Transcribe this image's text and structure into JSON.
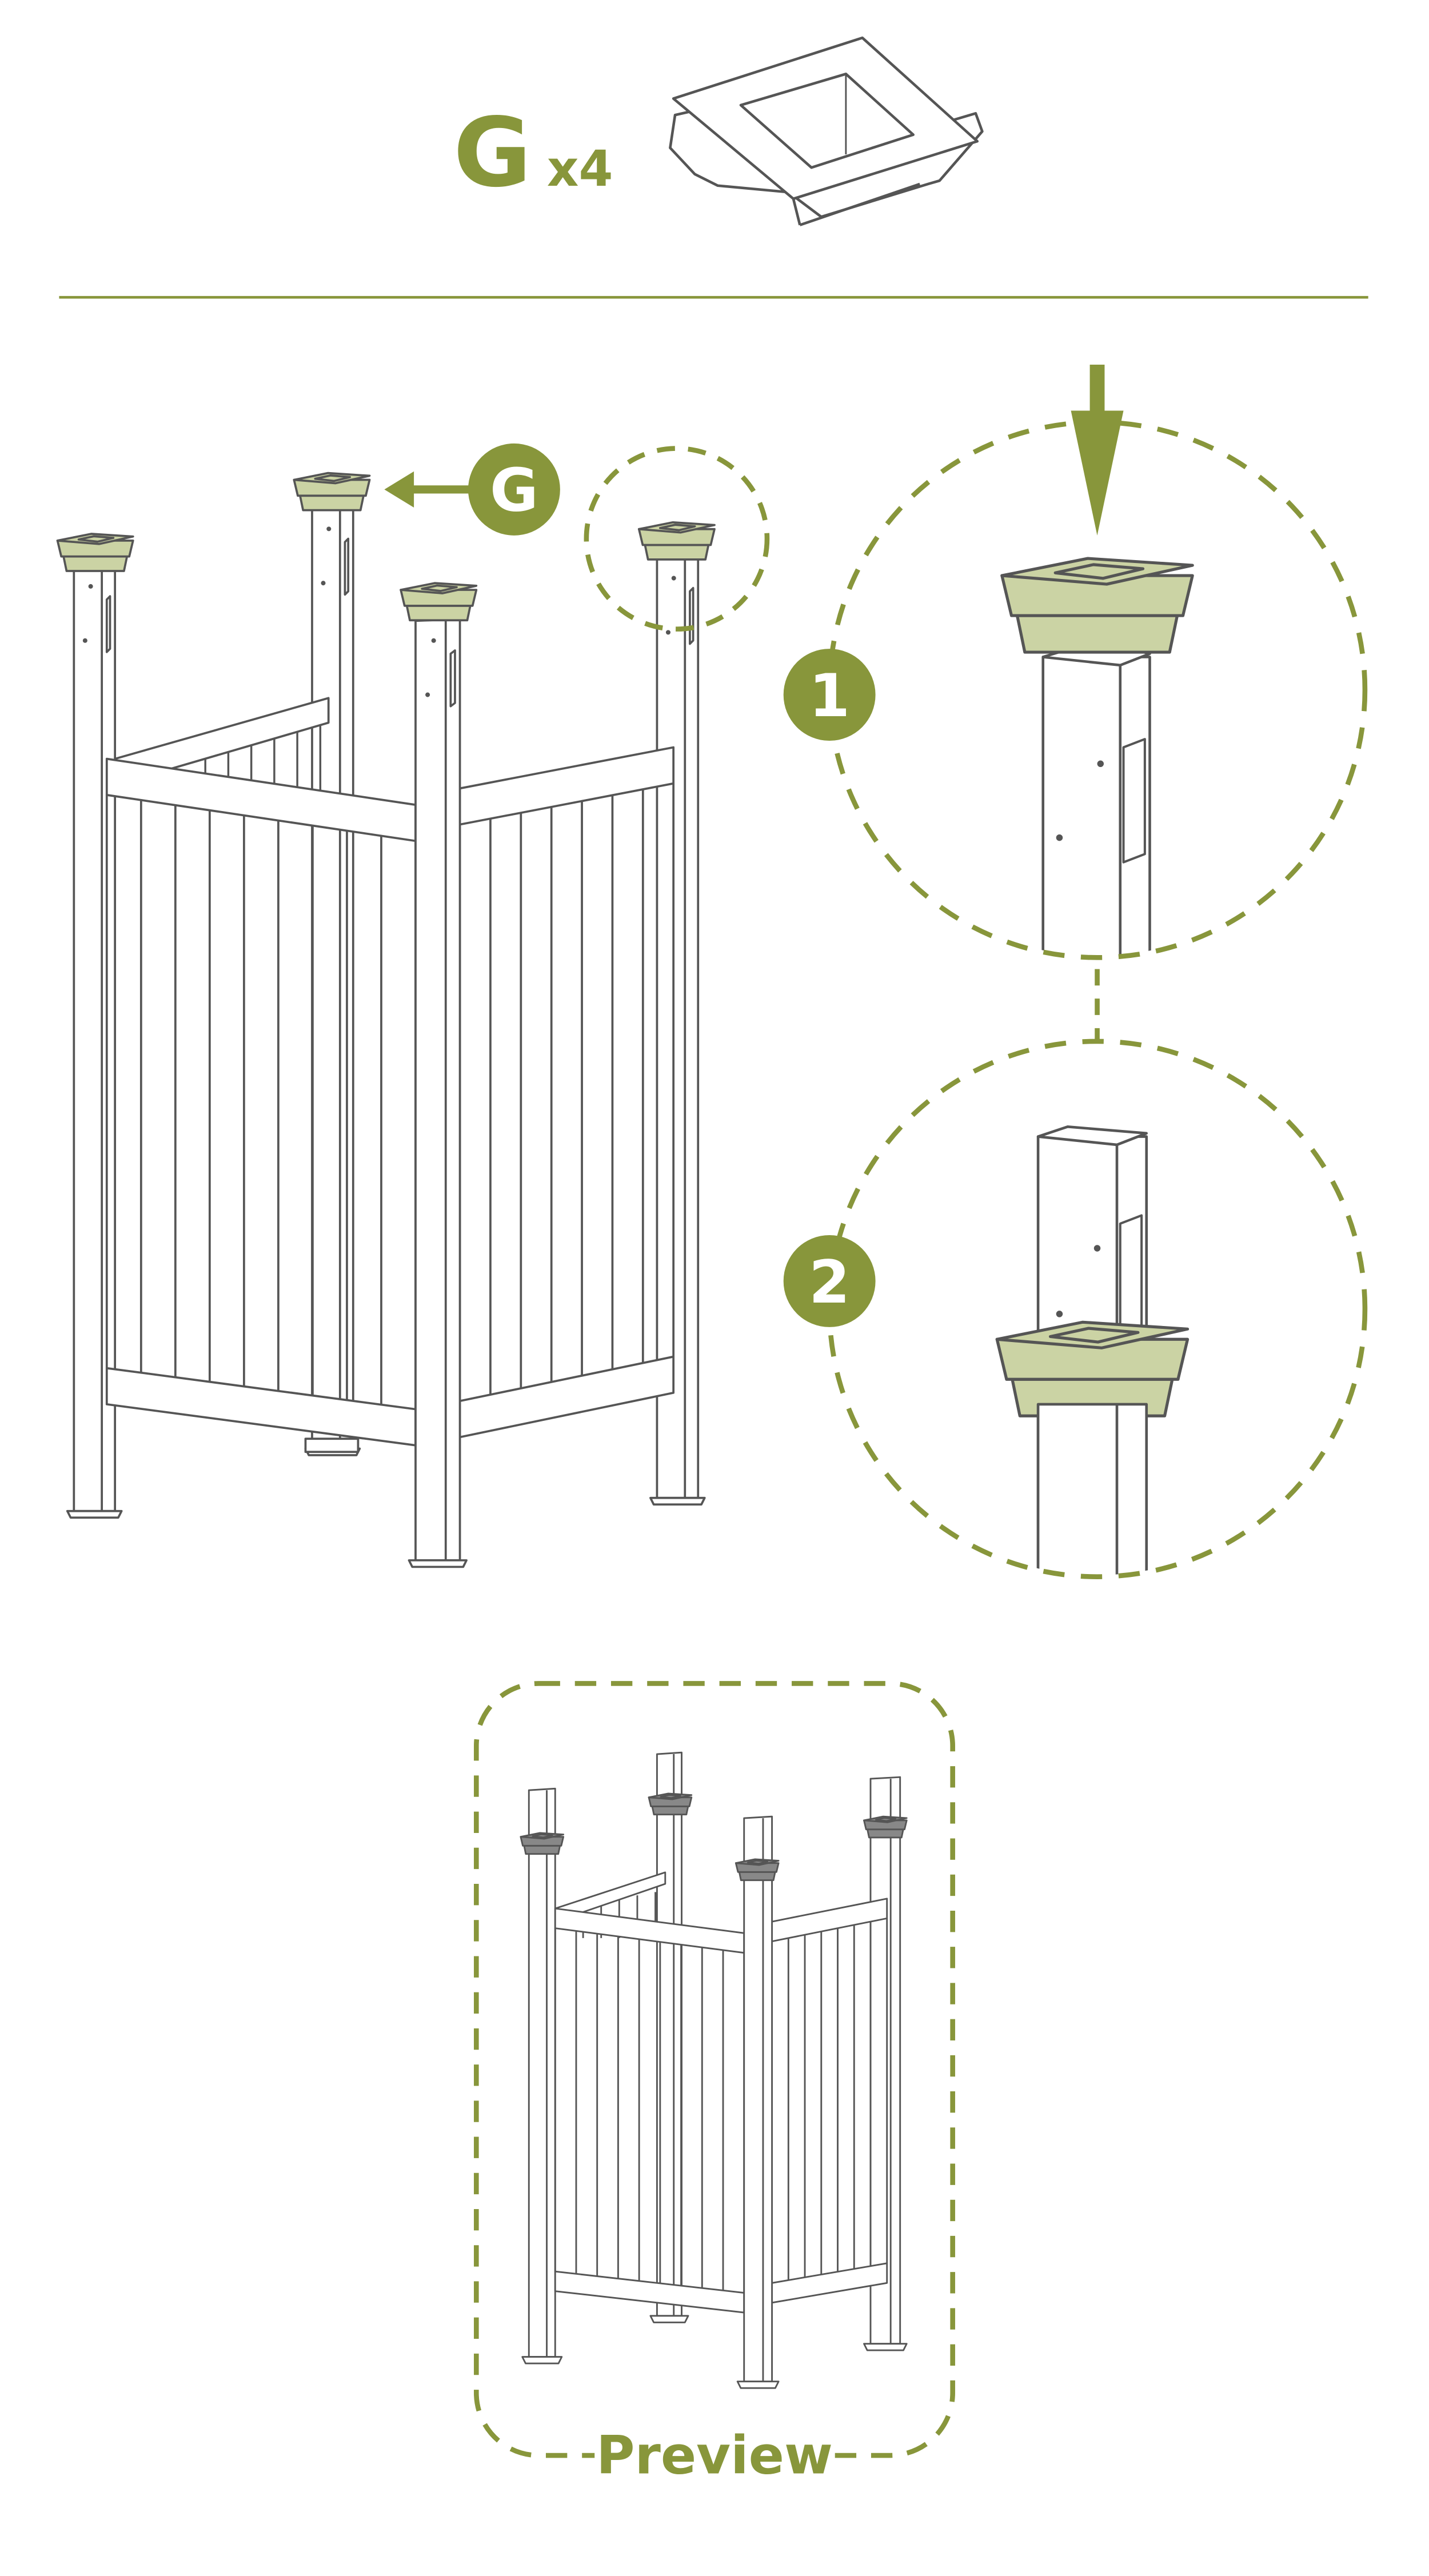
{
  "header": {
    "part_label": "G",
    "quantity": "x4"
  },
  "callout": {
    "part_label": "G"
  },
  "steps": [
    {
      "number": "1"
    },
    {
      "number": "2"
    }
  ],
  "preview": {
    "label": "Preview"
  },
  "colors": {
    "accent": "#88963b",
    "cap_fill": "#cbd3a4",
    "line": "#555555",
    "background": "#ffffff"
  }
}
